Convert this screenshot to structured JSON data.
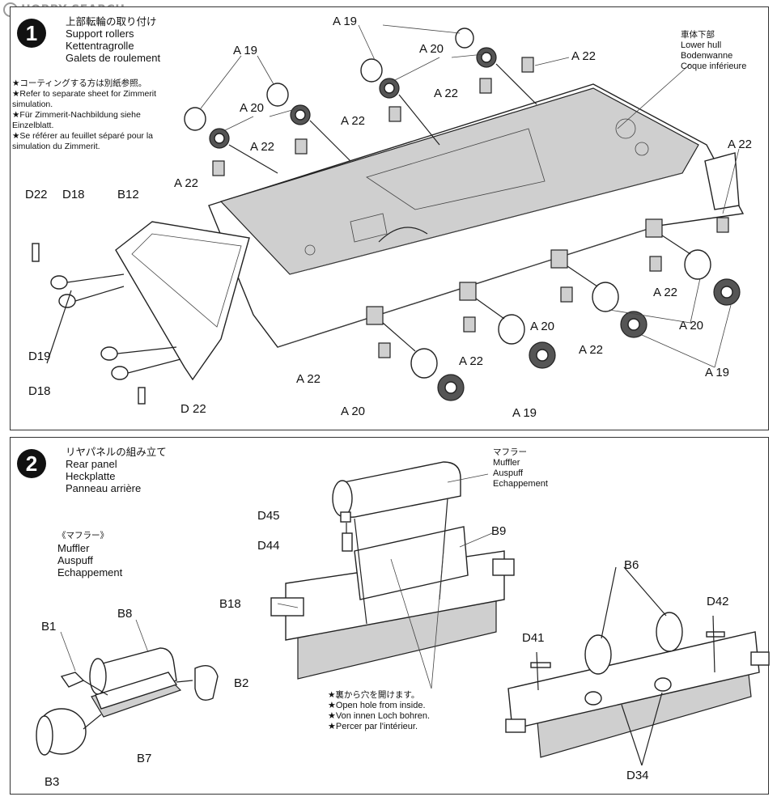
{
  "watermark": "HOBBY SEARCH",
  "step1": {
    "number": "1",
    "title_jp": "上部転輪の取り付け",
    "title_en": "Support rollers",
    "title_de": "Kettentragrolle",
    "title_fr": "Galets de roulement",
    "note_jp": "★コーティングする方は別紙参照。",
    "note_en": "★Refer to separate sheet for Zimmerit simulation.",
    "note_de": "★Für Zimmerit-Nachbildung siehe Einzelblatt.",
    "note_fr": "★Se référer au feuillet séparé pour la simulation du Zimmerit.",
    "hull_jp": "車体下部",
    "hull_en": "Lower hull",
    "hull_de": "Bodenwanne",
    "hull_fr": "Coque inférieure",
    "parts": {
      "a19": "A 19",
      "a20": "A 20",
      "a22": "A 22",
      "d22": "D22",
      "d18": "D18",
      "d19": "D19",
      "b12": "B12",
      "d18b": "D18",
      "d22b": "D 22"
    }
  },
  "step2": {
    "number": "2",
    "title_jp": "リヤパネルの組み立て",
    "title_en": "Rear panel",
    "title_de": "Heckplatte",
    "title_fr": "Panneau arrière",
    "muffler_sub_jp": "《マフラー》",
    "muffler_sub_en": "Muffler",
    "muffler_sub_de": "Auspuff",
    "muffler_sub_fr": "Echappement",
    "muffler_jp": "マフラー",
    "muffler_en": "Muffler",
    "muffler_de": "Auspuff",
    "muffler_fr": "Echappement",
    "hole_jp": "★裏から穴を開けます。",
    "hole_en": "★Open hole from inside.",
    "hole_de": "★Von innen Loch bohren.",
    "hole_fr": "★Percer par l'intérieur.",
    "parts": {
      "b1": "B1",
      "b8": "B8",
      "b2": "B2",
      "b7": "B7",
      "b3": "B3",
      "d45": "D45",
      "d44": "D44",
      "b9": "B9",
      "b18": "B18",
      "b6": "B6",
      "d42": "D42",
      "d41": "D41",
      "d34": "D34"
    }
  }
}
